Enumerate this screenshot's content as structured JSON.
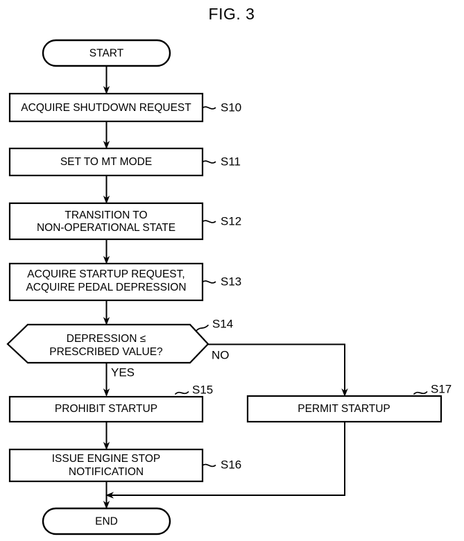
{
  "figure": {
    "title": "FIG. 3",
    "background_color": "#ffffff",
    "line_color": "#000000"
  },
  "nodes": {
    "start": {
      "label": "START",
      "shape": "terminator"
    },
    "s10": {
      "label": "ACQUIRE SHUTDOWN REQUEST",
      "shape": "process"
    },
    "s11": {
      "label": "SET TO MT MODE",
      "shape": "process"
    },
    "s12": {
      "line1": "TRANSITION TO",
      "line2": "NON-OPERATIONAL STATE",
      "shape": "process"
    },
    "s13": {
      "line1": "ACQUIRE STARTUP REQUEST,",
      "line2": "ACQUIRE PEDAL DEPRESSION",
      "shape": "process"
    },
    "s14": {
      "line1": "DEPRESSION ≤",
      "line2": "PRESCRIBED VALUE?",
      "shape": "decision"
    },
    "s15": {
      "label": "PROHIBIT STARTUP",
      "shape": "process"
    },
    "s16": {
      "line1": "ISSUE ENGINE STOP",
      "line2": "NOTIFICATION",
      "shape": "process"
    },
    "s17": {
      "label": "PERMIT STARTUP",
      "shape": "process"
    },
    "end": {
      "label": "END",
      "shape": "terminator"
    }
  },
  "step_labels": {
    "s10": "S10",
    "s11": "S11",
    "s12": "S12",
    "s13": "S13",
    "s14": "S14",
    "s15": "S15",
    "s16": "S16",
    "s17": "S17"
  },
  "branch_labels": {
    "yes": "YES",
    "no": "NO"
  },
  "chart_data": {
    "type": "flowchart",
    "title": "FIG. 3",
    "orientation": "top-to-bottom",
    "steps": [
      {
        "id": "start",
        "text": "START",
        "type": "terminator"
      },
      {
        "id": "S10",
        "text": "ACQUIRE SHUTDOWN REQUEST",
        "type": "process"
      },
      {
        "id": "S11",
        "text": "SET TO MT MODE",
        "type": "process"
      },
      {
        "id": "S12",
        "text": "TRANSITION TO NON-OPERATIONAL STATE",
        "type": "process"
      },
      {
        "id": "S13",
        "text": "ACQUIRE STARTUP REQUEST, ACQUIRE PEDAL DEPRESSION",
        "type": "process"
      },
      {
        "id": "S14",
        "text": "DEPRESSION ≤ PRESCRIBED VALUE?",
        "type": "decision"
      },
      {
        "id": "S15",
        "text": "PROHIBIT STARTUP",
        "type": "process"
      },
      {
        "id": "S16",
        "text": "ISSUE ENGINE STOP NOTIFICATION",
        "type": "process"
      },
      {
        "id": "S17",
        "text": "PERMIT STARTUP",
        "type": "process"
      },
      {
        "id": "end",
        "text": "END",
        "type": "terminator"
      }
    ],
    "edges": [
      {
        "from": "start",
        "to": "S10",
        "label": ""
      },
      {
        "from": "S10",
        "to": "S11",
        "label": ""
      },
      {
        "from": "S11",
        "to": "S12",
        "label": ""
      },
      {
        "from": "S12",
        "to": "S13",
        "label": ""
      },
      {
        "from": "S13",
        "to": "S14",
        "label": ""
      },
      {
        "from": "S14",
        "to": "S15",
        "label": "YES"
      },
      {
        "from": "S14",
        "to": "S17",
        "label": "NO"
      },
      {
        "from": "S15",
        "to": "S16",
        "label": ""
      },
      {
        "from": "S16",
        "to": "end",
        "label": ""
      },
      {
        "from": "S17",
        "to": "end",
        "label": ""
      }
    ]
  }
}
